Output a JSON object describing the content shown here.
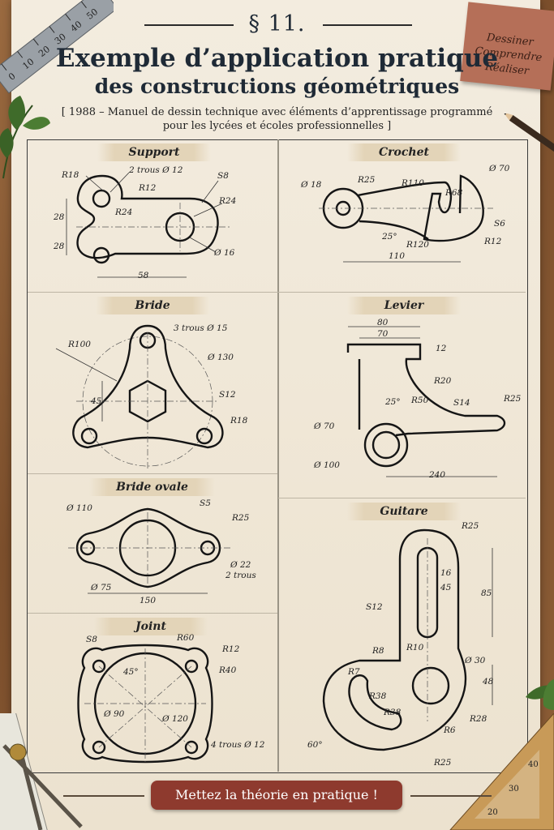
{
  "header": {
    "section": "§ 11.",
    "title_line1": "Exemple d’application pratique",
    "title_line2": "des constructions géométriques",
    "subtitle_line1": "[ 1988 – Manuel de dessin technique avec éléments d’apprentissage programmé",
    "subtitle_line2": "pour les lycées et écoles professionnelles ]"
  },
  "stamp": {
    "line1": "Dessiner",
    "line2": "Comprendre",
    "line3": "Réaliser"
  },
  "ruler_ticks": [
    "0",
    "10",
    "20",
    "30",
    "40",
    "50"
  ],
  "set_square_ticks": [
    "20",
    "30",
    "40"
  ],
  "panels": {
    "support": {
      "title": "Support",
      "labels": [
        "R18",
        "2 trous Ø 12",
        "S8",
        "R12",
        "R24",
        "R24",
        "28",
        "28",
        "Ø 16",
        "58"
      ]
    },
    "crochet": {
      "title": "Crochet",
      "labels": [
        "Ø 70",
        "Ø 18",
        "R25",
        "R110",
        "R68",
        "S6",
        "25°",
        "R120",
        "R12",
        "110"
      ]
    },
    "bride": {
      "title": "Bride",
      "labels": [
        "3 trous Ø 15",
        "R100",
        "Ø 130",
        "45",
        "S12",
        "R18"
      ]
    },
    "levier": {
      "title": "Levier",
      "labels": [
        "80",
        "70",
        "12",
        "R20",
        "R50",
        "25°",
        "S14",
        "R25",
        "Ø 70",
        "Ø 100",
        "240"
      ]
    },
    "bride_ovale": {
      "title": "Bride ovale",
      "labels": [
        "Ø 110",
        "S5",
        "R25",
        "Ø 22",
        "2 trous",
        "Ø 75",
        "150"
      ]
    },
    "guitare": {
      "title": "Guitare",
      "labels": [
        "R25",
        "16",
        "45",
        "85",
        "S12",
        "R8",
        "R10",
        "Ø 30",
        "48",
        "R7",
        "R38",
        "R38",
        "R28",
        "R6",
        "60°",
        "R25"
      ]
    },
    "joint": {
      "title": "Joint",
      "labels": [
        "S8",
        "R60",
        "R12",
        "45°",
        "R40",
        "Ø 90",
        "Ø 120",
        "4 trous Ø 12"
      ]
    }
  },
  "footer": {
    "button": "Mettez la théorie en pratique !"
  }
}
